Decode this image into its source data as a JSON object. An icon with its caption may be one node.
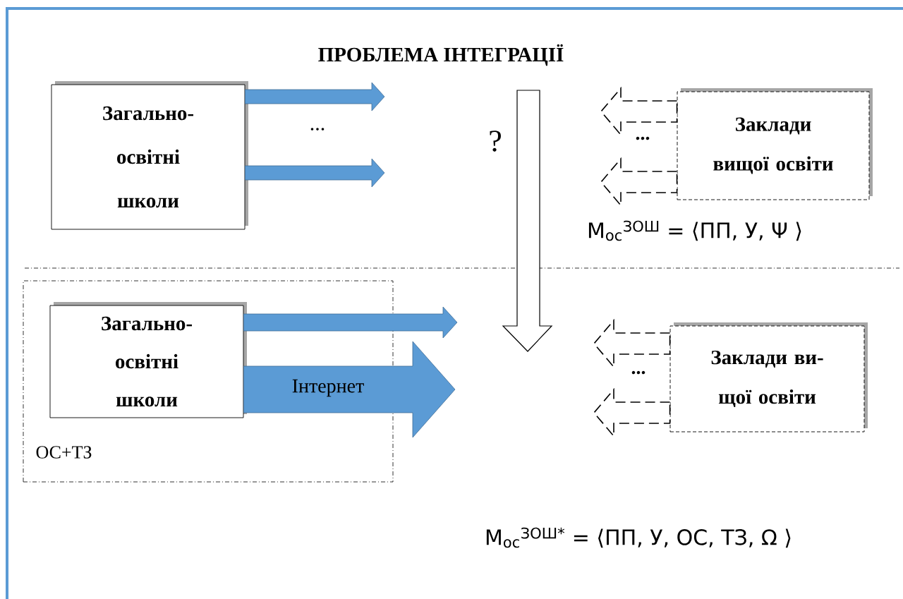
{
  "diagram": {
    "title": "ПРОБЛЕМА ІНТЕГРАЦІЇ",
    "nodes": [
      {
        "text": [
          "Загально- освітні школи"
        ]
      },
      {
        "text": [
          "Заклади вищої освіти"
        ]
      },
      {
        "text": [
          "ОС+ТЗ"
        ]
      },
      {
        "text": [
          "Загально- освітні школи"
        ],
        "in": 2
      },
      {
        "text": [
          "Заклади ви- щої освіти"
        ]
      }
    ],
    "edges": [
      {
        "from": 0,
        "to": null,
        "arrow": "to",
        "color": "#5b9bd5"
      },
      {
        "from": 0,
        "to": null,
        "arrow": "to",
        "color": "#5b9bd5"
      },
      {
        "from": 1,
        "to": null,
        "arrow": "to",
        "style": "dashed",
        "color": "#000000"
      },
      {
        "from": 1,
        "to": null,
        "arrow": "to",
        "style": "dashed",
        "color": "#000000"
      },
      {
        "from": 3,
        "to": null,
        "arrow": "to",
        "color": "#5b9bd5"
      },
      {
        "from": 3,
        "to": null,
        "arrow": "to",
        "label": "Інтернет",
        "color": "#5b9bd5"
      },
      {
        "from": 4,
        "to": null,
        "arrow": "to",
        "style": "dashed",
        "color": "#000000"
      },
      {
        "from": 4,
        "to": null,
        "arrow": "to",
        "style": "dashed",
        "color": "#000000"
      }
    ],
    "labels": [
      "...",
      "?",
      "...",
      "М$_{ос}$$^{ЗОШ}$ = ⟨ПП, У, Ψ ⟩",
      "...",
      "М$_{ос}$$^{ЗОШ*}$ = ⟨ПП, У, ОС, ТЗ, Ω ⟩"
    ]
  }
}
